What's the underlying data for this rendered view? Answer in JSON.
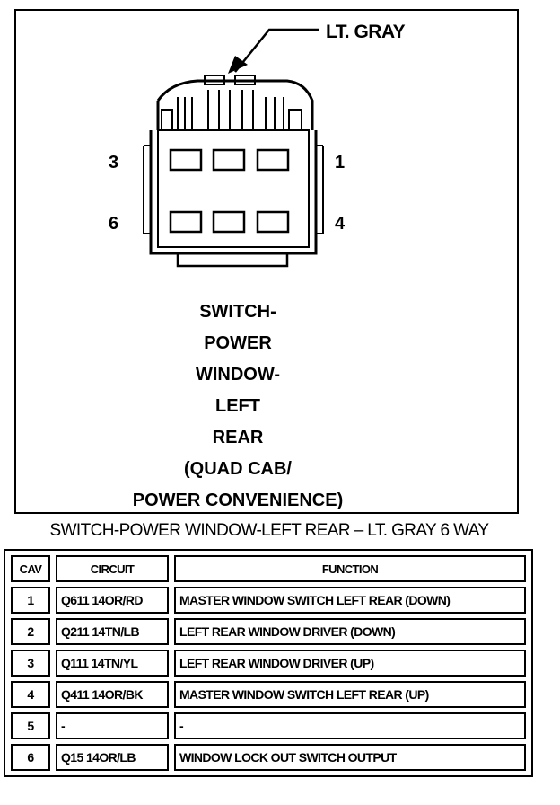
{
  "diagram": {
    "callout": "LT. GRAY",
    "pins": {
      "top_left": "3",
      "top_right": "1",
      "bottom_left": "6",
      "bottom_right": "4"
    },
    "name_lines": [
      "SWITCH-",
      "POWER",
      "WINDOW-",
      "LEFT",
      "REAR",
      "(QUAD CAB/",
      "POWER CONVENIENCE)"
    ]
  },
  "caption": "SWITCH-POWER WINDOW-LEFT REAR –  LT. GRAY 6 WAY",
  "table": {
    "headers": [
      "CAV",
      "CIRCUIT",
      "FUNCTION"
    ],
    "rows": [
      {
        "cav": "1",
        "circuit": "Q611 14OR/RD",
        "function": "MASTER WINDOW SWITCH LEFT REAR (DOWN)"
      },
      {
        "cav": "2",
        "circuit": "Q211 14TN/LB",
        "function": "LEFT REAR WINDOW DRIVER (DOWN)"
      },
      {
        "cav": "3",
        "circuit": "Q111 14TN/YL",
        "function": "LEFT REAR WINDOW DRIVER (UP)"
      },
      {
        "cav": "4",
        "circuit": "Q411 14OR/BK",
        "function": "MASTER WINDOW SWITCH LEFT REAR (UP)"
      },
      {
        "cav": "5",
        "circuit": "-",
        "function": "-"
      },
      {
        "cav": "6",
        "circuit": "Q15 14OR/LB",
        "function": "WINDOW LOCK OUT SWITCH OUTPUT"
      }
    ]
  }
}
